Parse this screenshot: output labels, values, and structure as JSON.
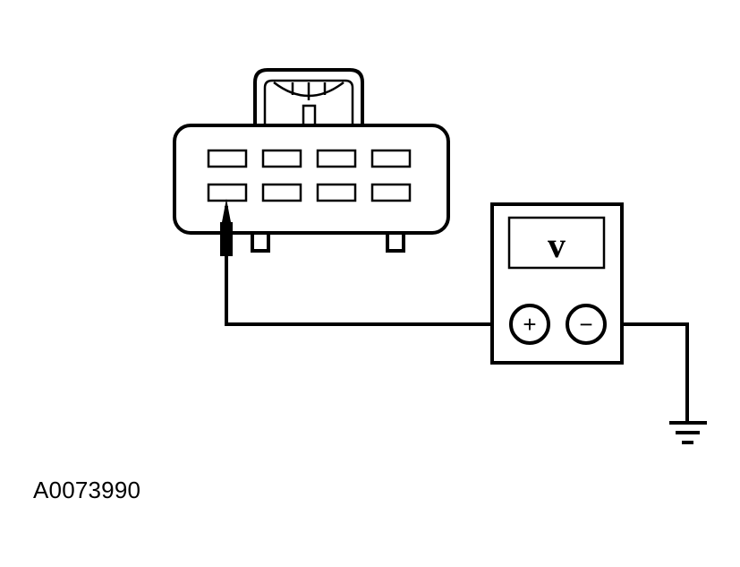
{
  "figure_id": "A0073990",
  "meter": {
    "display_symbol": "v",
    "positive_terminal": "+",
    "negative_terminal": "−"
  },
  "connector": {
    "pin_rows": 2,
    "pins_per_row": 4
  }
}
